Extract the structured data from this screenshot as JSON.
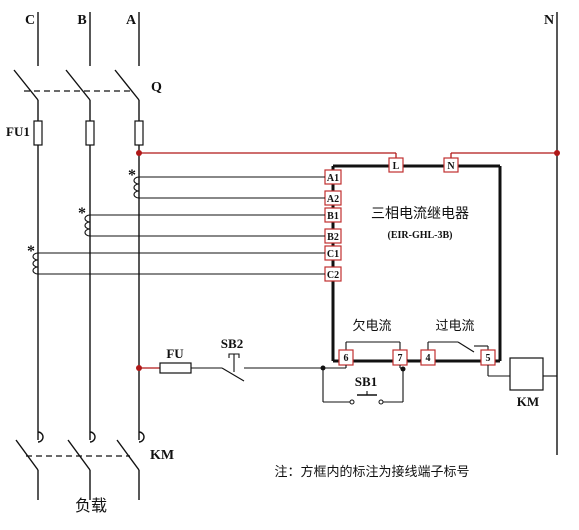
{
  "phases": {
    "c": "C",
    "b": "B",
    "a": "A",
    "n": "N"
  },
  "labels": {
    "switch_q": "Q",
    "fuse_fu1": "FU1",
    "fuse_fu": "FU",
    "button_sb2": "SB2",
    "button_sb1": "SB1",
    "contactor_km": "KM",
    "contactor_km_main": "KM",
    "load": "负载",
    "star": "*"
  },
  "relay": {
    "title": "三相电流继电器",
    "model": "(EIR-GHL-3B)",
    "undercurrent": "欠电流",
    "overcurrent": "过电流"
  },
  "terminals": {
    "l": "L",
    "n": "N",
    "a1": "A1",
    "a2": "A2",
    "b1": "B1",
    "b2": "B2",
    "c1": "C1",
    "c2": "C2",
    "t6": "6",
    "t7": "7",
    "t4": "4",
    "t5": "5"
  },
  "note": "注：方框内的标注为接线端子标号",
  "colors": {
    "terminal_border": "#c03030",
    "node_dot": "#b01818",
    "wire": "#111111"
  }
}
